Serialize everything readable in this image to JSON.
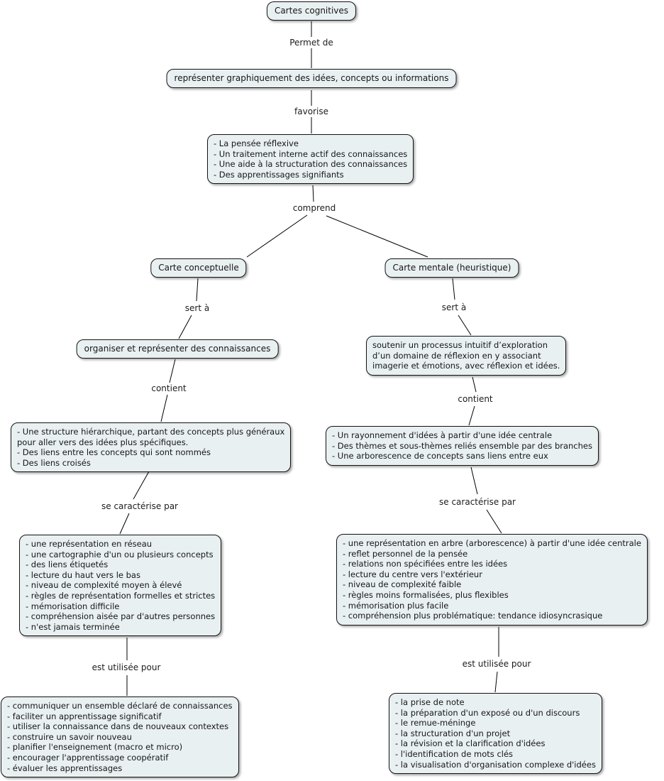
{
  "canvas": {
    "background": "#ffffff",
    "node_fill": "#e9f0f2",
    "node_border": "#141414",
    "text_color": "#161616",
    "line_color": "#000000"
  },
  "nodes": {
    "root": {
      "label": "Cartes cognitives"
    },
    "represent": {
      "label": "représenter graphiquement des idées, concepts ou informations"
    },
    "benefits": {
      "label": "- La pensée réflexive\n- Un traitement interne actif des connaissances\n- Une aide à la structuration des connaissances\n- Des apprentissages signifiants"
    },
    "concept_map": {
      "label": "Carte conceptuelle"
    },
    "mind_map": {
      "label": "Carte mentale (heuristique)"
    },
    "organize": {
      "label": "organiser et représenter des connaissances"
    },
    "support": {
      "label": "soutenir un processus intuitif d’exploration\nd’un domaine de réflexion en y associant\nimagerie et émotions, avec réflexion et idées."
    },
    "concept_contains": {
      "label": "- Une structure hiérarchique, partant des concepts plus généraux\npour aller vers des idées plus spécifiques.\n- Des liens entre les concepts qui sont nommés\n- Des liens croisés"
    },
    "mind_contains": {
      "label": "- Un rayonnement d'idées à partir d'une idée centrale\n- Des thèmes et sous-thèmes reliés ensemble par des branches\n- Une arborescence de concepts sans liens entre eux"
    },
    "concept_features": {
      "label": "- une représentation en réseau\n- une cartographie d'un ou plusieurs concepts\n- des liens étiquetés\n- lecture du haut vers le bas\n- niveau de complexité moyen à élevé\n- règles de représentation formelles et strictes\n- mémorisation difficile\n- compréhension aisée par d'autres personnes\n- n'est jamais terminée"
    },
    "mind_features": {
      "label": "- une représentation en arbre (arborescence) à partir d'une idée centrale\n- reflet personnel de la pensée\n- relations non spécifiées entre les idées\n- lecture du centre vers l'extérieur\n- niveau de complexité faible\n- règles moins formalisées, plus flexibles\n- mémorisation plus facile\n- compréhension plus problématique: tendance idiosyncrasique"
    },
    "concept_uses": {
      "label": "- communiquer un ensemble déclaré de connaissances\n- faciliter un apprentissage significatif\n- utiliser la connaissance dans de nouveaux contextes\n- construire un savoir nouveau\n- planifier l'enseignement (macro et micro)\n- encourager l'apprentissage coopératif\n- évaluer les apprentissages"
    },
    "mind_uses": {
      "label": "- la prise de note\n- la préparation d'un exposé ou d'un discours\n- le remue-méninge\n- la structuration d'un projet\n- la révision et la clarification d'idées\n- l'identification de mots clés\n- la visualisation d'organisation complexe d'idées"
    }
  },
  "links": {
    "permet_de": "Permet de",
    "favorise": "favorise",
    "comprend": "comprend",
    "sert_a_left": "sert à",
    "sert_a_right": "sert à",
    "contient_left": "contient",
    "contient_right": "contient",
    "caracterise_left": "se caractérise par",
    "caracterise_right": "se caractérise par",
    "utilisee_left": "est utilisée pour",
    "utilisee_right": "est utilisée pour"
  }
}
